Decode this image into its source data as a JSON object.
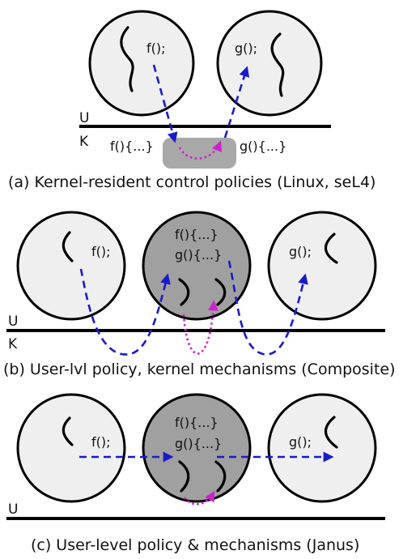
{
  "colors": {
    "blue_arrow": "#1a1acc",
    "magenta_arrow": "#cc22cc",
    "light_circle": "#efefef",
    "dark_circle": "#a0a0a0",
    "kernel_box": "#a8a8a8"
  },
  "panel_a": {
    "left_call": "f();",
    "right_call": "g();",
    "user_label": "U",
    "kernel_label": "K",
    "kernel_f": "f(){...}",
    "kernel_g": "g(){...}",
    "caption": "(a) Kernel-resident control policies (Linux, seL4)"
  },
  "panel_b": {
    "left_call": "f();",
    "mid_f": "f(){...}",
    "mid_g": "g(){...}",
    "right_call": "g();",
    "user_label": "U",
    "kernel_label": "K",
    "caption": "(b) User-lvl policy, kernel mechanisms (Composite)"
  },
  "panel_c": {
    "left_call": "f();",
    "mid_f": "f(){...}",
    "mid_g": "g(){...}",
    "right_call": "g();",
    "user_label": "U",
    "caption": "(c) User-level policy & mechanisms (Janus)"
  }
}
